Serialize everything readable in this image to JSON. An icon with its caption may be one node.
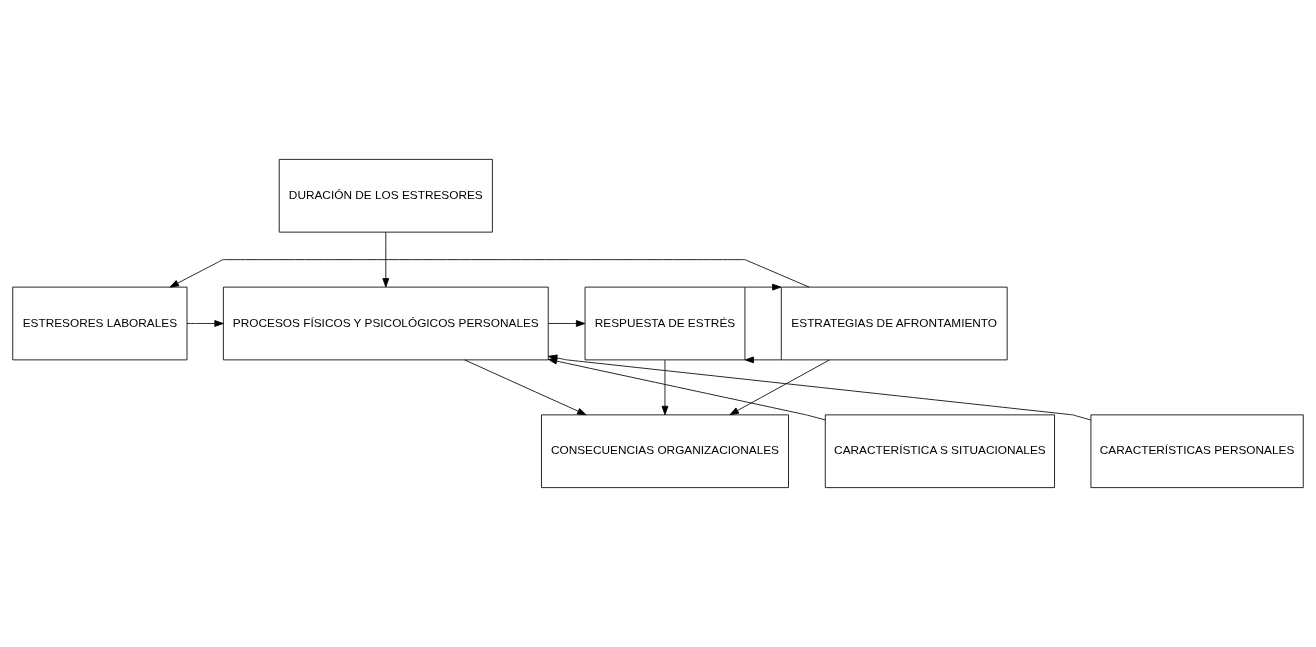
{
  "diagram": {
    "nodes": [
      {
        "text": [
          "DURACIÓN DE LOS ESTRESORES"
        ]
      },
      {
        "text": [
          "ESTRESORES LABORALES"
        ]
      },
      {
        "text": [
          "PROCESOS FÍSICOS Y PSICOLÓGICOS PERSONALES"
        ]
      },
      {
        "text": [
          "RESPUESTA DE ESTRÉS"
        ]
      },
      {
        "text": [
          "ESTRATEGIAS DE AFRONTAMIENTO"
        ]
      },
      {
        "text": [
          "CARACTERÍSTICA S SITUACIONALES"
        ]
      },
      {
        "text": [
          "CARACTERÍSTICAS PERSONALES"
        ]
      },
      {
        "text": [
          "CONSECUENCIAS ORGANIZACIONALES"
        ]
      }
    ],
    "edges": [
      {
        "from": 1,
        "to": 2,
        "arrow": "to"
      },
      {
        "from": 0,
        "to": 2,
        "arrow": "to"
      },
      {
        "from": 5,
        "to": 2,
        "arrow": "to"
      },
      {
        "from": 6,
        "to": 2,
        "arrow": "to"
      },
      {
        "from": 2,
        "to": 3,
        "arrow": "to"
      },
      {
        "from": 4,
        "to": 3,
        "arrow": "to"
      },
      {
        "from": 3,
        "to": 4,
        "arrow": "to"
      },
      {
        "from": 2,
        "to": 7,
        "arrow": "to"
      },
      {
        "from": 3,
        "to": 7,
        "arrow": "to"
      },
      {
        "from": 4,
        "to": 7,
        "arrow": "to"
      },
      {
        "from": 4,
        "to": 1,
        "arrow": "to"
      }
    ]
  }
}
